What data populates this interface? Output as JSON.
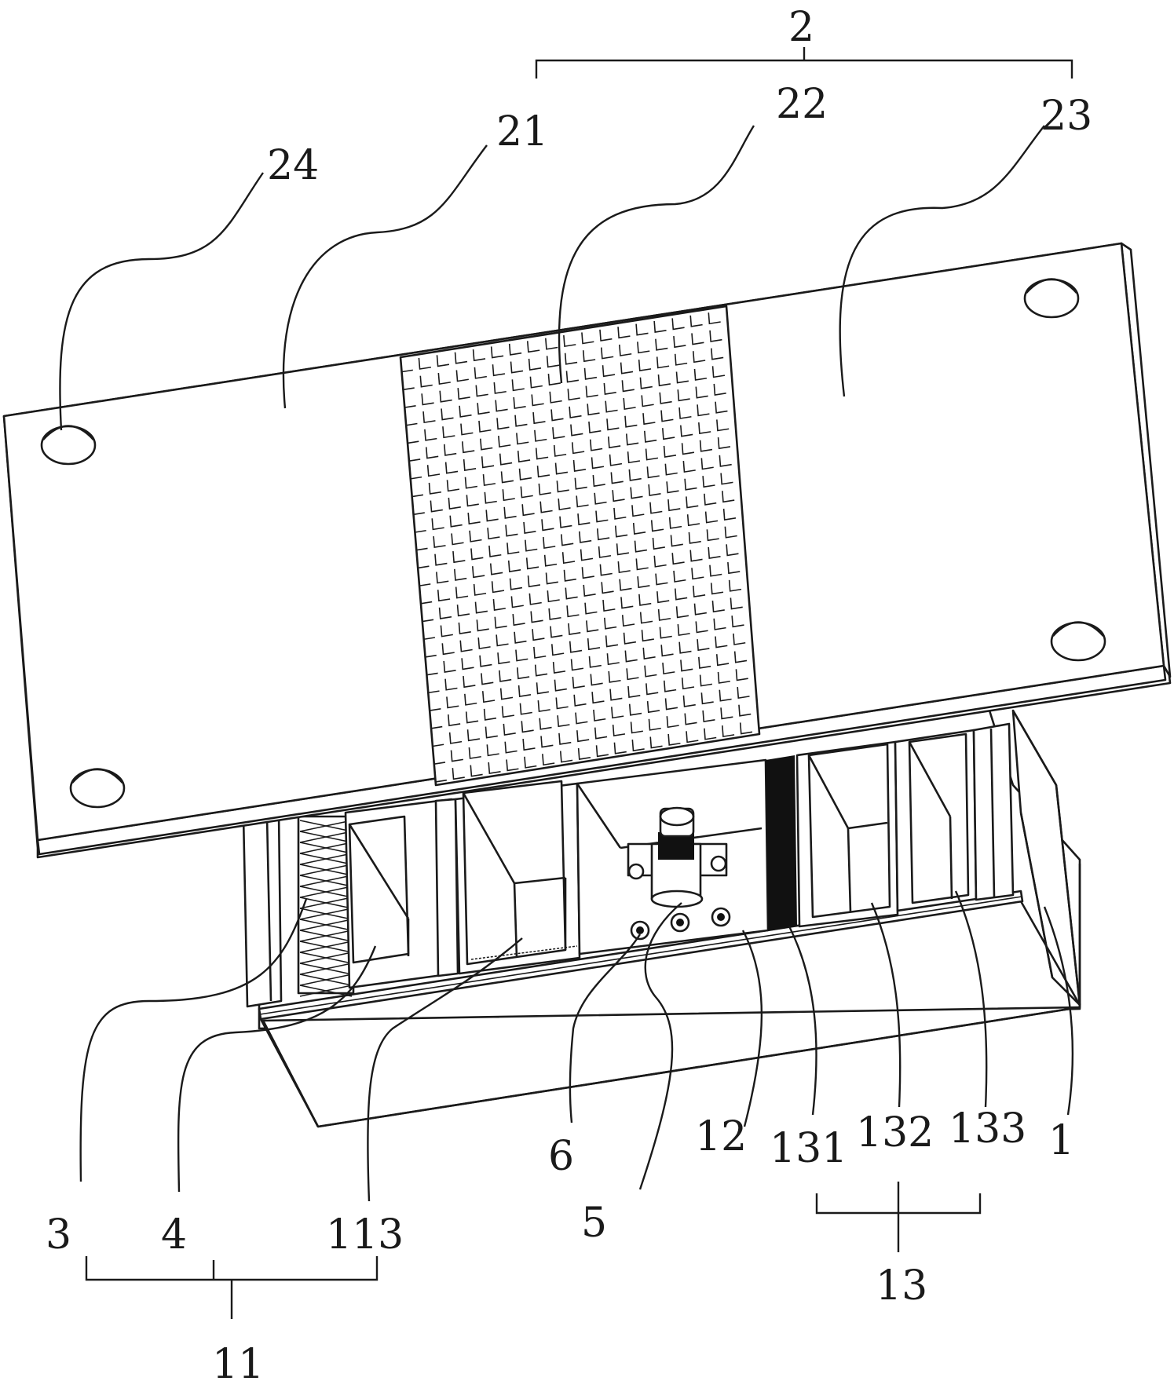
{
  "labels": {
    "l2": "2",
    "l21": "21",
    "l22": "22",
    "l23": "23",
    "l24": "24",
    "l1": "1",
    "l3": "3",
    "l4": "4",
    "l113": "113",
    "l11": "11",
    "l6": "6",
    "l5": "5",
    "l12": "12",
    "l131": "131",
    "l132": "132",
    "l133": "133",
    "l13": "13"
  }
}
